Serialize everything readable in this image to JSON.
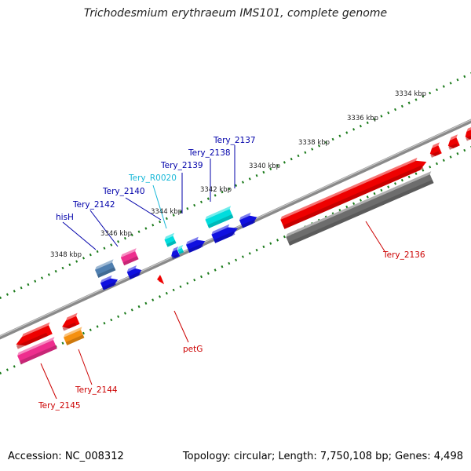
{
  "title": "Trichodesmium erythraeum IMS101, complete genome",
  "footer": {
    "accession": "Accession: NC_008312",
    "summary": "Topology: circular; Length: 7,750,108 bp; Genes: 4,498"
  },
  "colors": {
    "backbone": "#8a8a8a",
    "ticks": "#1a7a1a",
    "red": "#ee0000",
    "blue": "#1010e0",
    "cyan": "#00dddd",
    "magenta": "#ee2e8e",
    "orange": "#f59010",
    "steel": "#4f7fb0",
    "gray": "#6d6d6d",
    "labelBlue": "#0000aa",
    "labelCyan": "#18b8d8",
    "labelRed": "#cc0000"
  },
  "map": {
    "kbp_labels": [
      "3334 kbp",
      "3336 kbp",
      "3338 kbp",
      "3340 kbp",
      "3342 kbp",
      "3344 kbp",
      "3346 kbp",
      "3348 kbp"
    ],
    "genes": [
      {
        "name": "Tery_2136",
        "color": "gray"
      },
      {
        "name": "Tery_2137",
        "color": "blue"
      },
      {
        "name": "Tery_2138",
        "color": "cyan"
      },
      {
        "name": "Tery_R0020",
        "color": "cyan"
      },
      {
        "name": "Tery_2139",
        "color": "blue"
      },
      {
        "name": "Tery_2140",
        "color": "blue"
      },
      {
        "name": "Tery_2142",
        "color": "magenta"
      },
      {
        "name": "hisH",
        "color": "steel"
      },
      {
        "name": "petG",
        "color": "red"
      },
      {
        "name": "Tery_2144",
        "color": "orange"
      },
      {
        "name": "Tery_2145",
        "color": "magenta"
      }
    ]
  }
}
